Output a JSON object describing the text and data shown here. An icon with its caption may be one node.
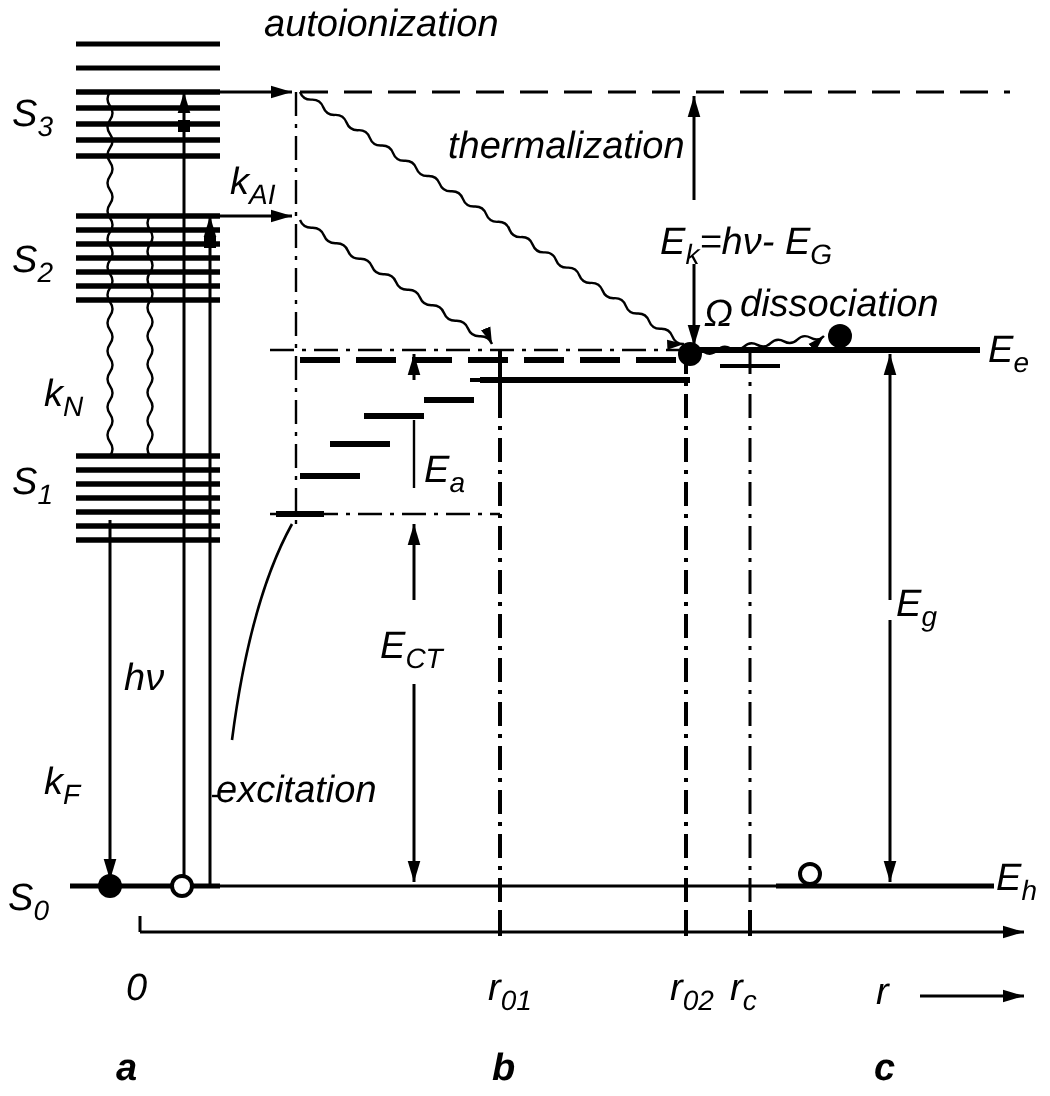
{
  "diagram": {
    "labels": [
      "autoionization",
      "S$_{3}$",
      "thermalization",
      "k$_{AI}$",
      "S$_{2}$",
      "E$_{k}$=hν- E$_{G}$",
      "Ω",
      "dissociation",
      "E$_{e}$",
      "k$_{N}$",
      "S$_{1}$",
      "E$_{a}$",
      "E$_{CT}$",
      "E$_{g}$",
      "k$_{F}$",
      "hν",
      "excitation",
      "S$_{0}$",
      "E$_{h}$",
      "0",
      "r$_{01}$",
      "r$_{02}$",
      "r$_{c}$",
      "r",
      "a",
      "b",
      "c"
    ]
  }
}
